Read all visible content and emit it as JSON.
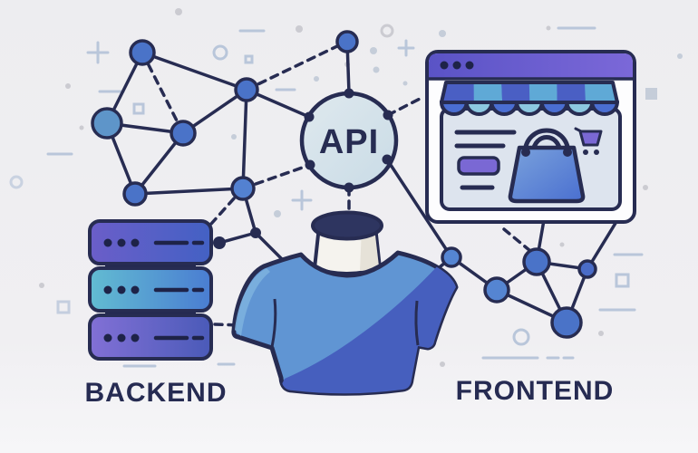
{
  "labels": {
    "api": "API",
    "backend": "BACKEND",
    "frontend": "FRONTEND"
  },
  "palette": {
    "background": "#f0eff2",
    "outline_navy": "#272c52",
    "node_blue": "#4a73c8",
    "node_teal": "#5e95c9",
    "api_fill": "#d6e3ea",
    "titlebar_purple": "#6a5ccd",
    "awning_blue": "#4a5fc4",
    "awning_teal": "#5fa9d6",
    "scallop_blue": "#4a6ed2",
    "scallop_teal": "#8cc8e0",
    "button_purple": "#7a68d4",
    "server_purple": "#6b5ec9",
    "server_teal": "#62bcd2",
    "shirt_light_blue": "#6095d3",
    "shirt_dark_blue": "#465fbe",
    "bag_blue": "#4a6fd0",
    "mannequin_navy": "#2e3560",
    "label_navy": "#262b52",
    "deco_blue_gray": "#b9c6da"
  }
}
